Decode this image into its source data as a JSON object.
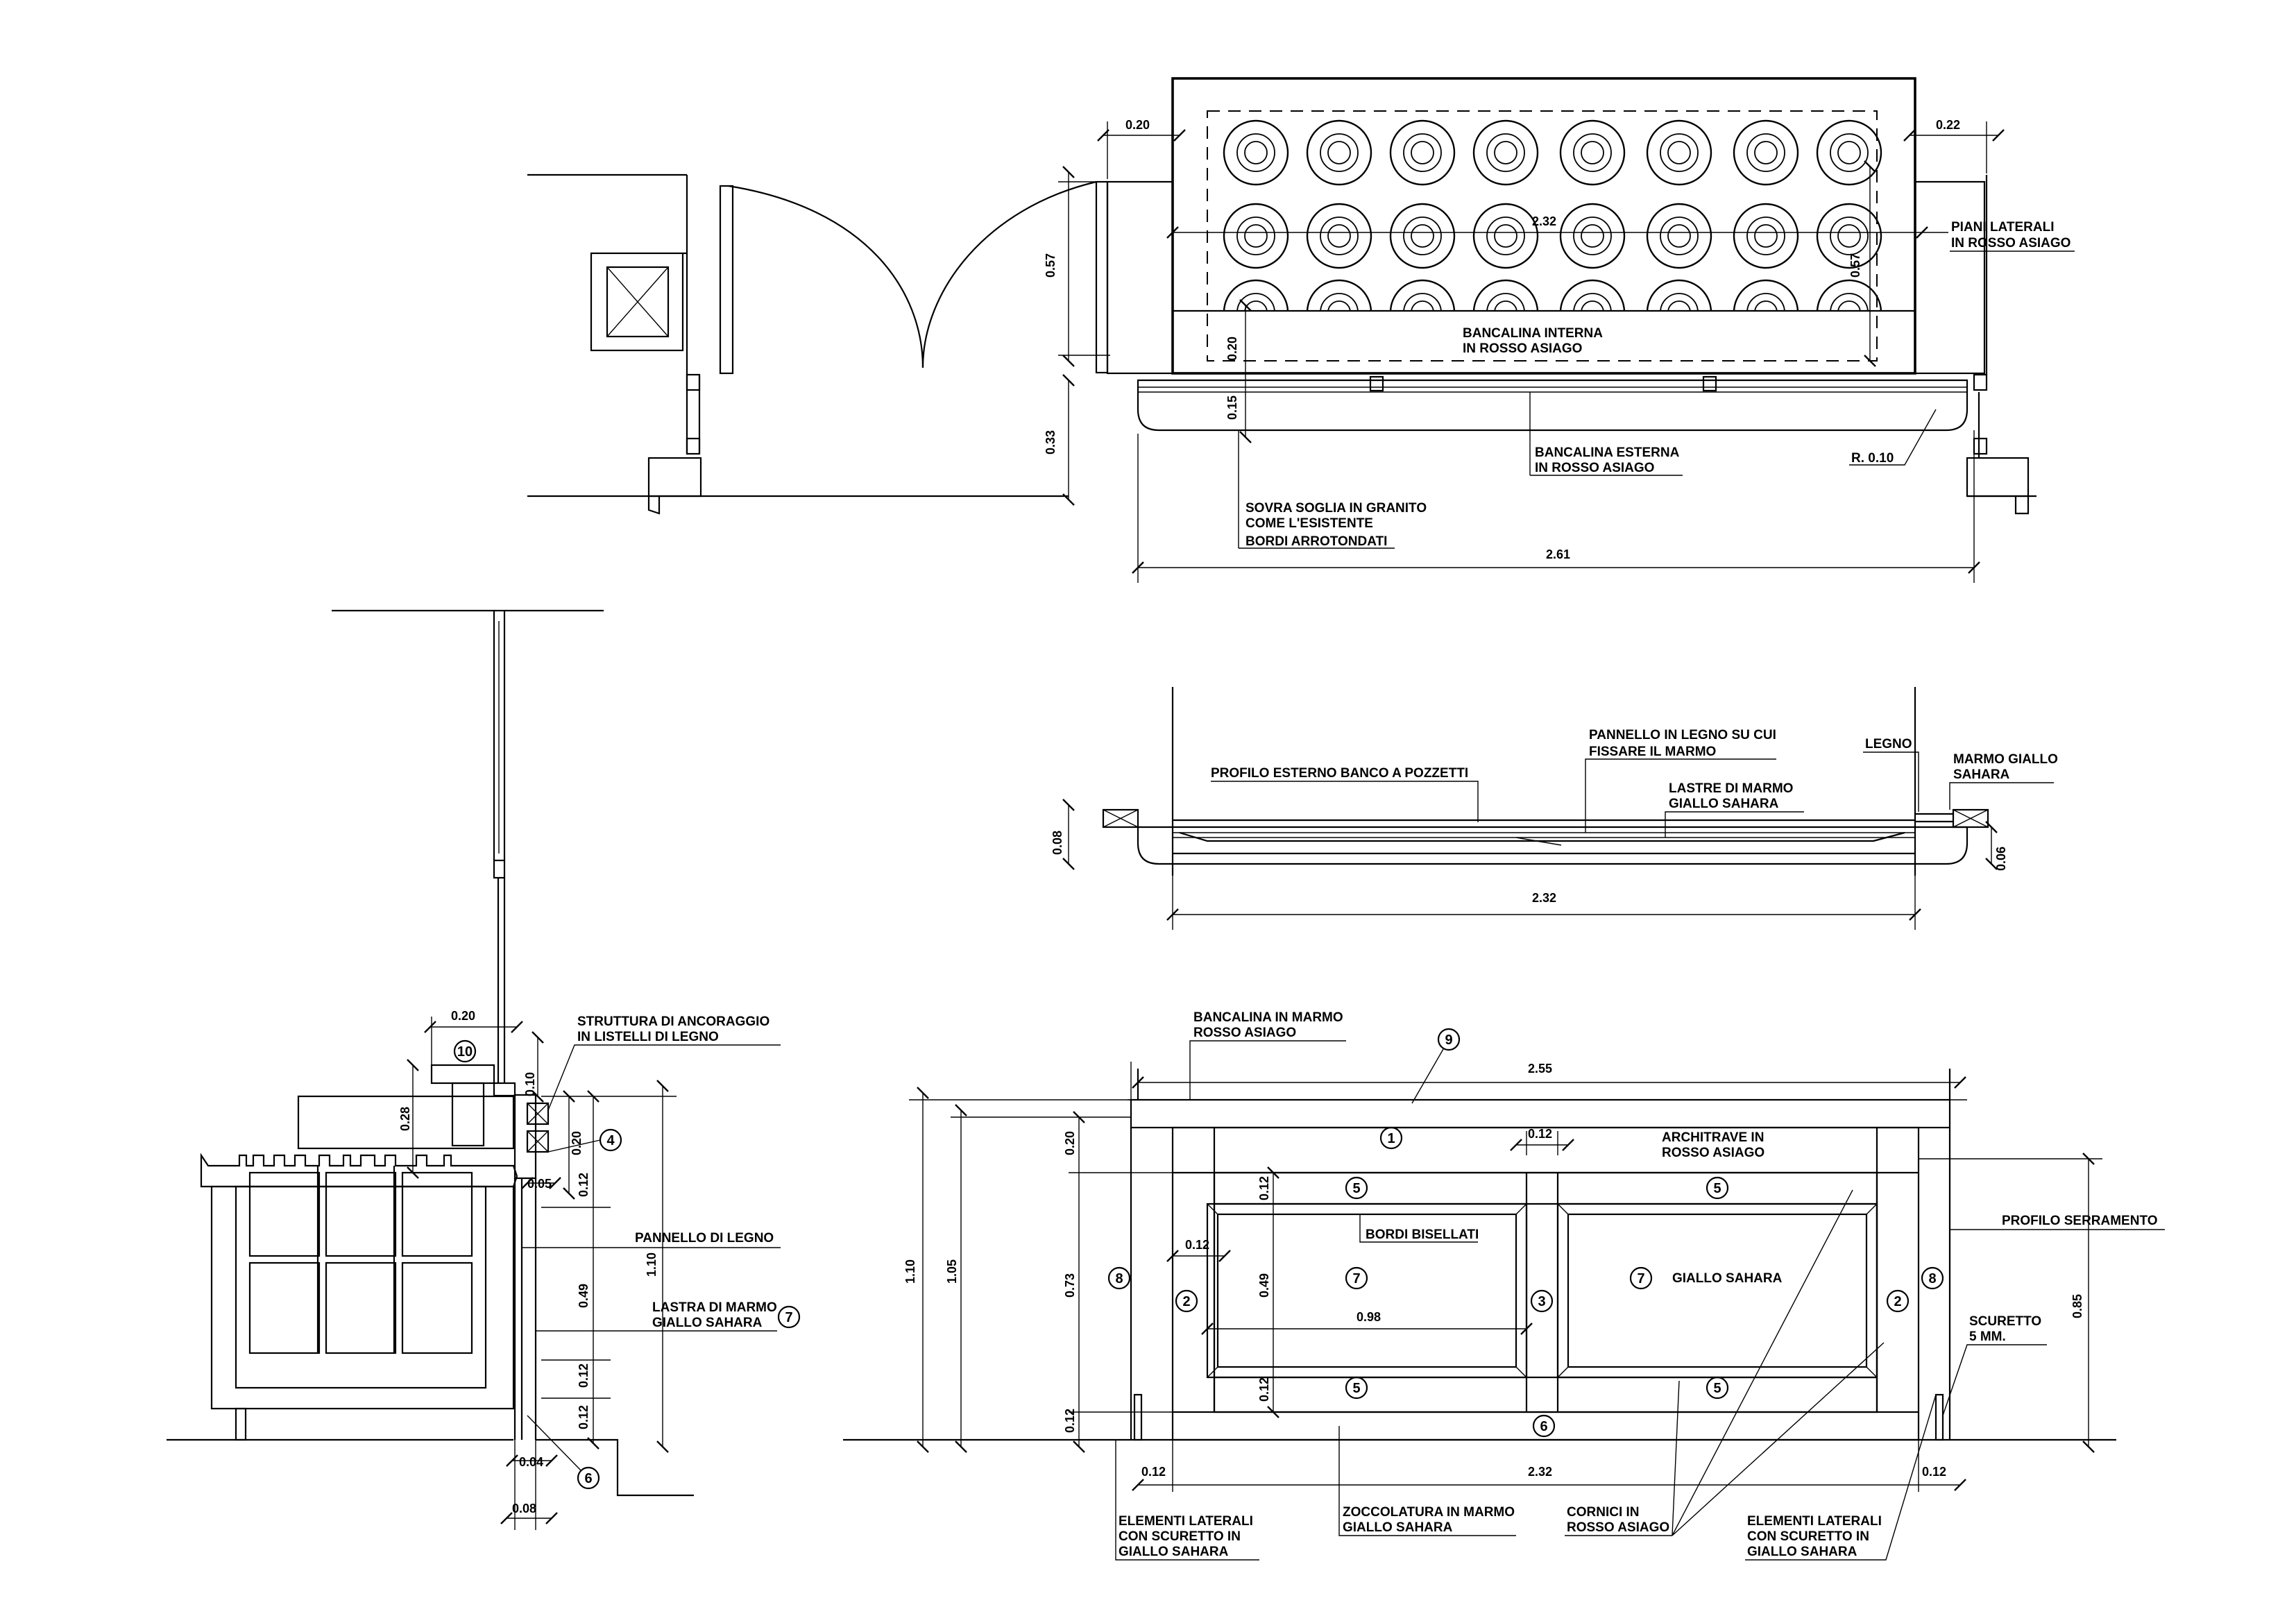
{
  "top_plan": {
    "labels": {
      "piani_laterali": [
        "PIANI LATERALI",
        "IN ROSSO ASIAGO"
      ],
      "bancalina_interna": [
        "BANCALINA INTERNA",
        "IN ROSSO ASIAGO"
      ],
      "bancalina_esterna": [
        "BANCALINA ESTERNA",
        "IN ROSSO ASIAGO"
      ],
      "radius": "R. 0.10",
      "sovra_soglia": [
        "SOVRA SOGLIA IN GRANITO",
        "COME L'ESISTENTE",
        "BORDI ARROTONDATI"
      ]
    },
    "dims": {
      "left_gap": "0.20",
      "right_gap": "0.22",
      "depth_left": "0.57",
      "depth_right": "0.57",
      "inner_width": "2.32",
      "band": "0.20",
      "ledge": "0.15",
      "base": "0.33",
      "total_width": "2.61"
    }
  },
  "middle_section": {
    "labels": {
      "profilo": "PROFILO ESTERNO BANCO A POZZETTI",
      "pannello": [
        "PANNELLO IN LEGNO SU CUI",
        "FISSARE IL MARMO"
      ],
      "lastre": [
        "LASTRE DI MARMO",
        "GIALLO SAHARA"
      ],
      "legno": "LEGNO",
      "marmo": [
        "MARMO GIALLO",
        "SAHARA"
      ]
    },
    "dims": {
      "left": "0.08",
      "right": "0.06",
      "width": "2.32"
    }
  },
  "side_section": {
    "labels": {
      "struttura": [
        "STRUTTURA DI ANCORAGGIO",
        "IN LISTELLI DI LEGNO"
      ],
      "pannello": "PANNELLO DI LEGNO",
      "lastra": [
        "LASTRA DI MARMO",
        "GIALLO SAHARA"
      ]
    },
    "dims": {
      "top_width": "0.20",
      "cap": "0.10",
      "h28": "0.28",
      "h20": "0.20",
      "h05": "0.05",
      "h12a": "0.12",
      "h49": "0.49",
      "h12b": "0.12",
      "h12c": "0.12",
      "total": "1.10",
      "b04": "0.04",
      "b08": "0.08"
    },
    "markers": {
      "m10": "10",
      "m4": "4",
      "m7": "7",
      "m6": "6"
    }
  },
  "elevation": {
    "labels": {
      "bancalina": [
        "BANCALINA IN MARMO",
        "ROSSO ASIAGO"
      ],
      "architrave": [
        "ARCHITRAVE IN",
        "ROSSO ASIAGO"
      ],
      "bordi": "BORDI BISELLATI",
      "giallo": "GIALLO SAHARA",
      "profilo": "PROFILO SERRAMENTO",
      "scuretto": [
        "SCURETTO",
        "5 MM."
      ],
      "elementi_l": [
        "ELEMENTI LATERALI",
        "CON SCURETTO IN",
        "GIALLO SAHARA"
      ],
      "zoccolatura": [
        "ZOCCOLATURA IN MARMO",
        "GIALLO SAHARA"
      ],
      "cornici": [
        "CORNICI IN",
        "ROSSO ASIAGO"
      ],
      "elementi_r": [
        "ELEMENTI LATERALI",
        "CON SCURETTO IN",
        "GIALLO SAHARA"
      ]
    },
    "dims": {
      "top": "2.55",
      "gap": "0.12",
      "h110": "1.10",
      "h105": "1.05",
      "h20": "0.20",
      "h73": "0.73",
      "h12a": "0.12",
      "p12": "0.12",
      "p49": "0.49",
      "p12b": "0.12",
      "side12": "0.12",
      "w98": "0.98",
      "bottom": "2.32",
      "bl": "0.12",
      "br": "0.12",
      "h85": "0.85"
    },
    "markers": {
      "m9": "9",
      "m1": "1",
      "m5a": "5",
      "m5b": "5",
      "m5c": "5",
      "m5d": "5",
      "m2a": "2",
      "m2b": "2",
      "m3": "3",
      "m7a": "7",
      "m7b": "7",
      "m8a": "8",
      "m8b": "8",
      "m6": "6"
    }
  }
}
